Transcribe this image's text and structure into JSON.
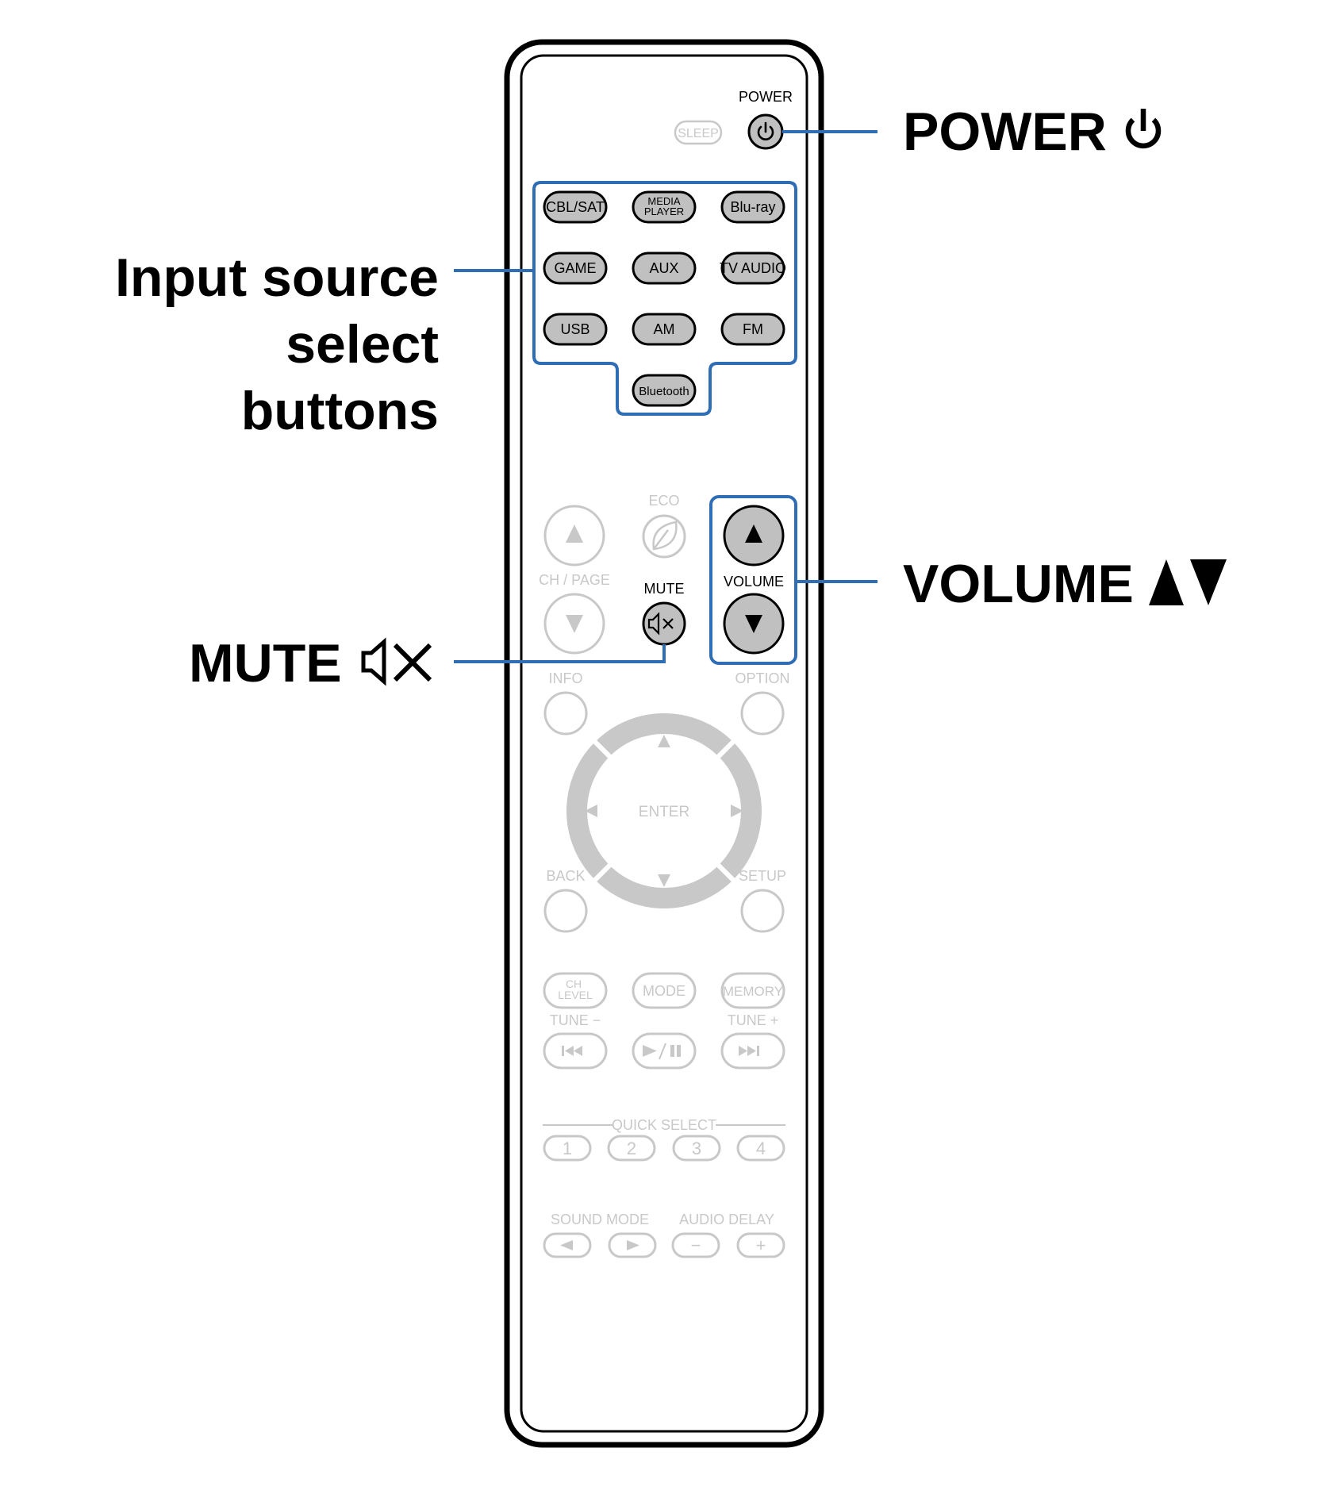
{
  "colors": {
    "highlight": "#2f6db5",
    "active_button_fill": "#c0c0c0",
    "faded": "#c8c8c8",
    "outline": "#000000"
  },
  "remote": {
    "power_label": "POWER",
    "sleep_label": "SLEEP",
    "input_buttons": [
      {
        "label": "CBL/SAT",
        "name": "cbl-sat"
      },
      {
        "label": "MEDIA PLAYER",
        "name": "media-player"
      },
      {
        "label": "Blu-ray",
        "name": "blu-ray"
      },
      {
        "label": "GAME",
        "name": "game"
      },
      {
        "label": "AUX",
        "name": "aux"
      },
      {
        "label": "TV AUDIO",
        "name": "tv-audio"
      },
      {
        "label": "USB",
        "name": "usb"
      },
      {
        "label": "AM",
        "name": "am"
      },
      {
        "label": "FM",
        "name": "fm"
      },
      {
        "label": "Bluetooth",
        "name": "bluetooth"
      }
    ],
    "eco_label": "ECO",
    "ch_page_label": "CH / PAGE",
    "mute_label": "MUTE",
    "volume_label": "VOLUME",
    "info_label": "INFO",
    "option_label": "OPTION",
    "enter_label": "ENTER",
    "back_label": "BACK",
    "setup_label": "SETUP",
    "ch_level_label": "CH LEVEL",
    "mode_label": "MODE",
    "memory_label": "MEMORY",
    "tune_minus_label": "TUNE −",
    "tune_plus_label": "TUNE +",
    "quick_select_label": "QUICK SELECT",
    "quick_select_buttons": [
      "1",
      "2",
      "3",
      "4"
    ],
    "sound_mode_label": "SOUND MODE",
    "audio_delay_label": "AUDIO DELAY",
    "audio_delay_minus": "−",
    "audio_delay_plus": "+"
  },
  "callouts": {
    "power": "POWER",
    "input_line1": "Input source",
    "input_line2": "select",
    "input_line3": "buttons",
    "mute": "MUTE",
    "volume": "VOLUME"
  }
}
